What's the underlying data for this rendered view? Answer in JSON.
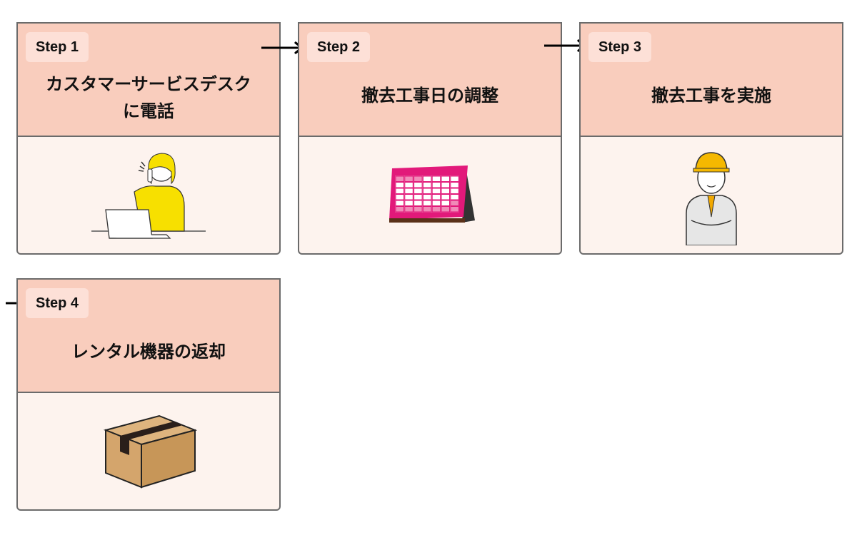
{
  "steps": [
    {
      "badge": "Step 1",
      "title_line1": "カスタマーサービスデスク",
      "title_line2": "に電話",
      "illustration": "woman-on-phone-laptop-icon"
    },
    {
      "badge": "Step 2",
      "title_line1": "撤去工事日の調整",
      "title_line2": "",
      "illustration": "desk-calendar-icon"
    },
    {
      "badge": "Step 3",
      "title_line1": "撤去工事を実施",
      "title_line2": "",
      "illustration": "construction-worker-icon"
    },
    {
      "badge": "Step 4",
      "title_line1": "レンタル機器の返却",
      "title_line2": "",
      "illustration": "cardboard-box-icon"
    }
  ],
  "colors": {
    "header": "#f9cdbd",
    "body": "#fdf3ee",
    "badge": "#fde0d7",
    "border": "#6b6b6b"
  }
}
